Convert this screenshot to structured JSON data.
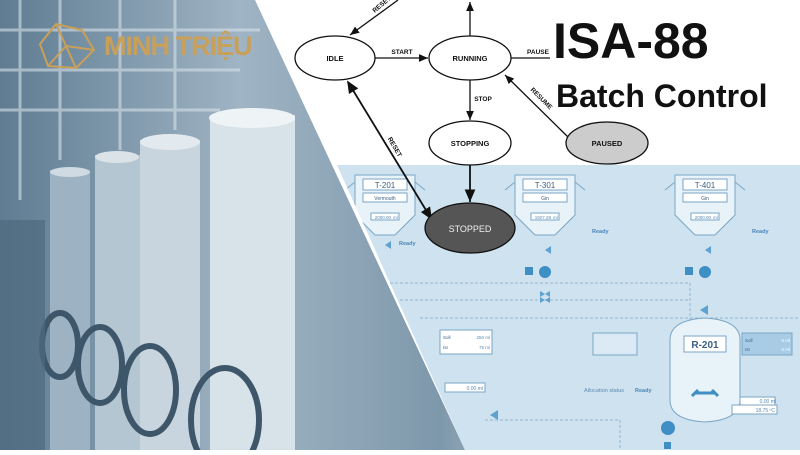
{
  "brand": {
    "name": "MINH TRIỆU"
  },
  "title": {
    "line1": "ISA-88",
    "line2": "Batch Control"
  },
  "state_diagram": {
    "states": {
      "idle": "IDLE",
      "running": "RUNNING",
      "stopping": "STOPPING",
      "paused": "PAUSED",
      "stopped": "STOPPED"
    },
    "transitions": {
      "start": "START",
      "pause": "PAUSE",
      "stop": "STOP",
      "resume": "RESUME",
      "reset": "RESET",
      "reset_top": "RESET"
    },
    "colors": {
      "paused_fill": "#cccccc",
      "stopped_fill": "#555555"
    }
  },
  "scada": {
    "tanks": [
      {
        "id": "T-201",
        "product": "Vermouth",
        "volume": "2000.00",
        "unit": "ml",
        "status": "Ready"
      },
      {
        "id": "T-301",
        "product": "Gin",
        "volume": "1927.28",
        "unit": "ml",
        "status": "Ready"
      },
      {
        "id": "T-401",
        "product": "Gin",
        "volume": "2000.00",
        "unit": "ml",
        "status": "Ready"
      }
    ],
    "reactor": {
      "id": "R-201",
      "volume": "0.00 ml",
      "temp": "18.75 ºC",
      "set_label": "Soll",
      "act_label": "Ist",
      "set_value": "0 ml",
      "act_value": "0 ml"
    },
    "dosing": {
      "set_label": "Soll",
      "act_label": "Ist",
      "set_value": "250 ml",
      "act_value": "75 ml"
    },
    "left_volume": "0.00 ml",
    "allocation_label": "Allocation status",
    "allocation_value": "Ready"
  }
}
